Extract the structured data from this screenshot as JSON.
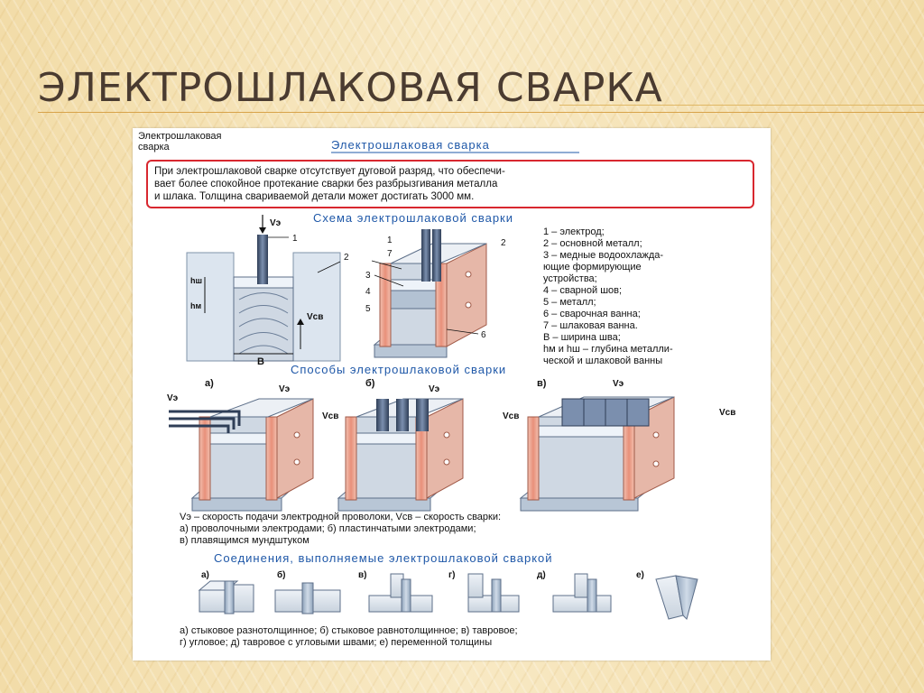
{
  "slide": {
    "title": "ЭЛЕКТРОШЛАКОВАЯ СВАРКА"
  },
  "poster": {
    "corner_label": [
      "Электрошлаковая",
      "сварка"
    ],
    "title": "Электрошлаковая  сварка",
    "intro": [
      "При  электрошлаковой  сварке  отсутствует  дуговой  разряд,  что  обеспечи-",
      "вает  более  спокойное  протекание  сварки  без  разбрызгивания  металла",
      "и   шлака.  Толщина   свариваемой   детали   может   достигать   3000 мм."
    ],
    "scheme": {
      "heading": "Схема   электрошлаковой   сварки",
      "labels": {
        "ve": "Vэ",
        "vsv": "Vсв",
        "b": "B",
        "hsh": "hш",
        "hm": "hм",
        "n1": "1",
        "n2": "2",
        "n3": "3",
        "n4": "4",
        "n5": "5",
        "n6": "6",
        "n7": "7"
      },
      "legend": [
        "1 – электрод;",
        "2 – основной  металл;",
        "3 – медные  водоохлажда-",
        "      ющие  формирующие",
        "      устройства;",
        "4 – сварной   шов;",
        "5 – металл;",
        "6 – сварочная  ванна;",
        "7 – шлаковая  ванна.",
        "B – ширина  шва;",
        "hм  и  hш – глубина  металли-",
        "ческой  и  шлаковой  ванны"
      ]
    },
    "methods": {
      "heading": "Способы   электрошлаковой   сварки",
      "tags": [
        "а)",
        "б)",
        "в)"
      ],
      "ve": "Vэ",
      "vsv": "Vсв",
      "captions": [
        "Vэ – скорость  подачи  электродной  проволоки,  Vсв – скорость  сварки:",
        "а)  проволочными  электродами;     б)  пластинчатыми  электродами;",
        "в)  плавящимся  мундштуком"
      ]
    },
    "joints": {
      "heading": "Соединения,   выполняемые   электрошлаковой   сваркой",
      "tags": [
        "а)",
        "б)",
        "в)",
        "г)",
        "д)",
        "е)"
      ],
      "captions": [
        "а)  стыковое  разнотолщинное;  б)  стыковое  равнотолщинное;  в)  тавровое;",
        "г)  угловое;  д)  тавровое  с  угловыми  швами;  е)  переменной  толщины"
      ]
    }
  },
  "colors": {
    "accent_blue": "#1f58a8",
    "copper": "#e8a08c",
    "steel": "#a6b8cc",
    "slag": "#dfe6f2",
    "frame_red": "#d8272f"
  }
}
